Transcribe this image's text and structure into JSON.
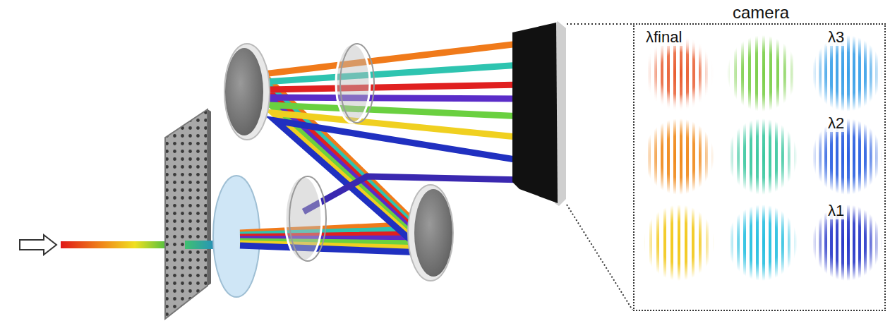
{
  "diagram": {
    "nodes": [
      {
        "text": [
          "camera",
          "λfinal",
          "λ3",
          "λ2",
          "λ1"
        ]
      }
    ]
  }
}
